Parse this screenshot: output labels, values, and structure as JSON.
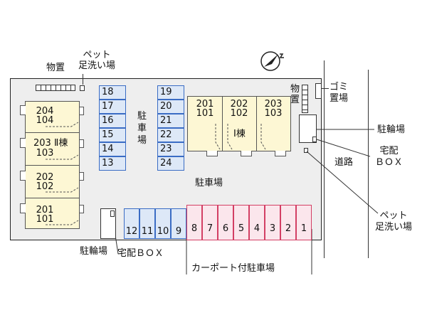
{
  "labels": {
    "storage_top": "物置",
    "pet_wash_top": "ペット\n足洗い場",
    "storage_right": "物\n置",
    "garbage": "ゴミ\n置場",
    "bike_parking_right": "駐輪場",
    "delivery_box_right": "宅配\nＢＯＸ",
    "road": "道路",
    "pet_wash_right": "ペット\n足洗い場",
    "parking_center": "駐車場",
    "parking_vertical": "駐\n車\n場",
    "bike_parking_bottom": "駐輪場",
    "delivery_box_bottom": "宅配ＢＯＸ",
    "carport": "カーポート付駐車場"
  },
  "building1": {
    "name": "Ⅰ棟",
    "units": [
      {
        "top": "201",
        "bottom": "101"
      },
      {
        "top": "202",
        "bottom": "102"
      },
      {
        "top": "203",
        "bottom": "103"
      }
    ]
  },
  "building2": {
    "name": "203 Ⅱ棟",
    "units": [
      {
        "top": "204",
        "bottom": "104"
      },
      {
        "top": "",
        "bottom": "103"
      },
      {
        "top": "202",
        "bottom": "102"
      },
      {
        "top": "201",
        "bottom": "101"
      }
    ]
  },
  "spaces_left_column": [
    "18",
    "17",
    "16",
    "15",
    "14",
    "13"
  ],
  "spaces_right_column": [
    "19",
    "20",
    "21",
    "22",
    "23",
    "24"
  ],
  "spaces_bottom_blue": [
    "12",
    "11",
    "10",
    "9"
  ],
  "spaces_carport": [
    "8",
    "7",
    "6",
    "5",
    "4",
    "3",
    "2",
    "1"
  ],
  "colors": {
    "parking_blue": "#dde8f7",
    "parking_blue_border": "#3a6cc4",
    "carport_pink": "#fbe6ec",
    "carport_border": "#d33f64",
    "building_yellow": "#fdf7d4",
    "lot_gray": "#eeeeee"
  }
}
